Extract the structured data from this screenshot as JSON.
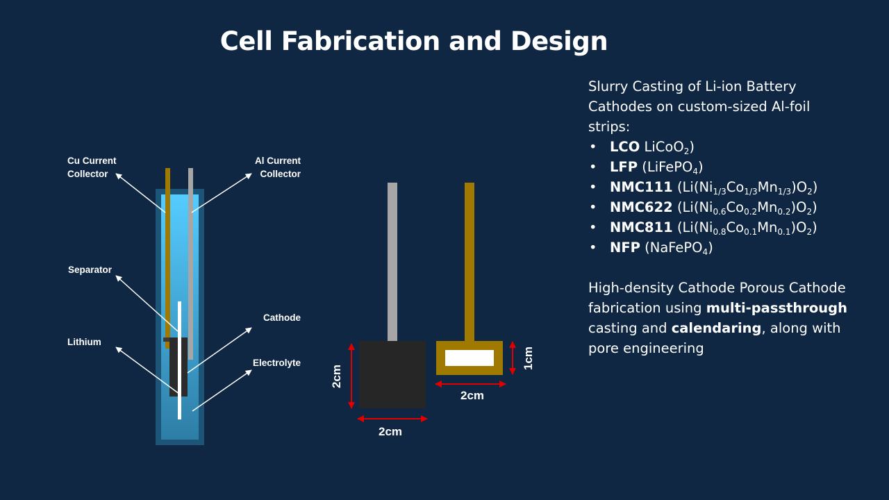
{
  "title": "Cell Fabrication and Design",
  "diagram": {
    "labels": {
      "cu_line1": "Cu Current",
      "cu_line2": "Collector",
      "al_line1": "Al Current",
      "al_line2": "Collector",
      "separator": "Separator",
      "lithium": "Lithium",
      "cathode": "Cathode",
      "electrolyte": "Electrolyte"
    },
    "dimensions": {
      "square_width": "2cm",
      "square_height": "2cm",
      "strip_width": "2cm",
      "strip_height": "1cm"
    },
    "colors": {
      "background": "#0f2742",
      "copper": "#a07a00",
      "aluminum": "#a6a6a6",
      "electrolyte": "#4fc3f7",
      "cathode_block": "#262626",
      "dimension_arrow": "#e00000"
    }
  },
  "text_panel": {
    "intro": "Slurry Casting of Li-ion Battery Cathodes on custom-sized Al-foil strips:",
    "bullet_char": "•",
    "materials": [
      {
        "abbr": "LCO",
        "formula_html": " LiCoO<sub>2</sub>)"
      },
      {
        "abbr": "LFP",
        "formula_html": " (LiFePO<sub>4</sub>)"
      },
      {
        "abbr": "NMC111",
        "formula_html": " (Li(Ni<sub>1/3</sub>Co<sub>1/3</sub>Mn<sub>1/3</sub>)O<sub>2</sub>)"
      },
      {
        "abbr": "NMC622",
        "formula_html": " (Li(Ni<sub>0.6</sub>Co<sub>0.2</sub>Mn<sub>0.2</sub>)O<sub>2</sub>)"
      },
      {
        "abbr": "NMC811",
        "formula_html": " (Li(Ni<sub>0.8</sub>Co<sub>0.1</sub>Mn<sub>0.1</sub>)O<sub>2</sub>)"
      },
      {
        "abbr": "NFP",
        "formula_html": " (NaFePO<sub>4</sub>)"
      }
    ],
    "para2_part1": "High-density Cathode Porous Cathode fabrication using ",
    "para2_bold1": "multi-passthrough",
    "para2_part2": " casting and ",
    "para2_bold2": "calendaring",
    "para2_part3": ", along with pore engineering"
  }
}
